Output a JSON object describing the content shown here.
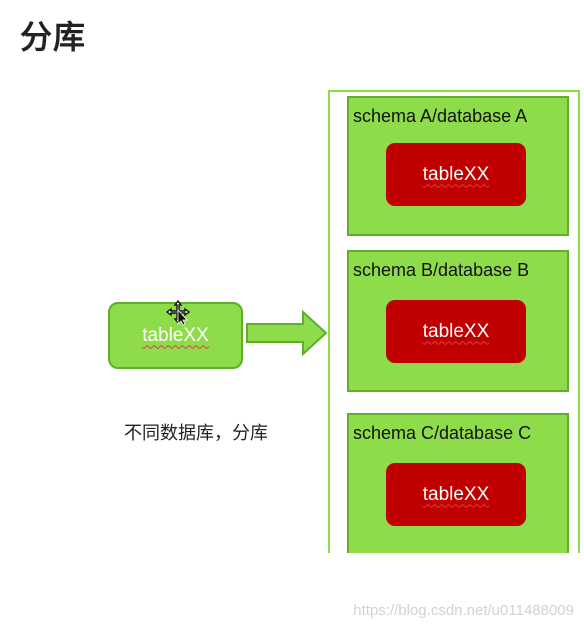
{
  "page": {
    "title": "分库",
    "caption": "不同数据库，分库",
    "watermark": "https://blog.csdn.net/u011488009"
  },
  "source": {
    "table_label": "tableXX"
  },
  "databases": [
    {
      "label": "schema A/database A",
      "table_label": "tableXX"
    },
    {
      "label": "schema B/database B",
      "table_label": "tableXX"
    },
    {
      "label": "schema C/database C",
      "table_label": "tableXX"
    }
  ],
  "colors": {
    "green_fill": "#8fdc4a",
    "green_border": "#5fae2c",
    "red_fill": "#c00000",
    "text": "#222222"
  },
  "icons": {
    "cursor": "move-cursor-icon",
    "arrow": "right-arrow"
  }
}
